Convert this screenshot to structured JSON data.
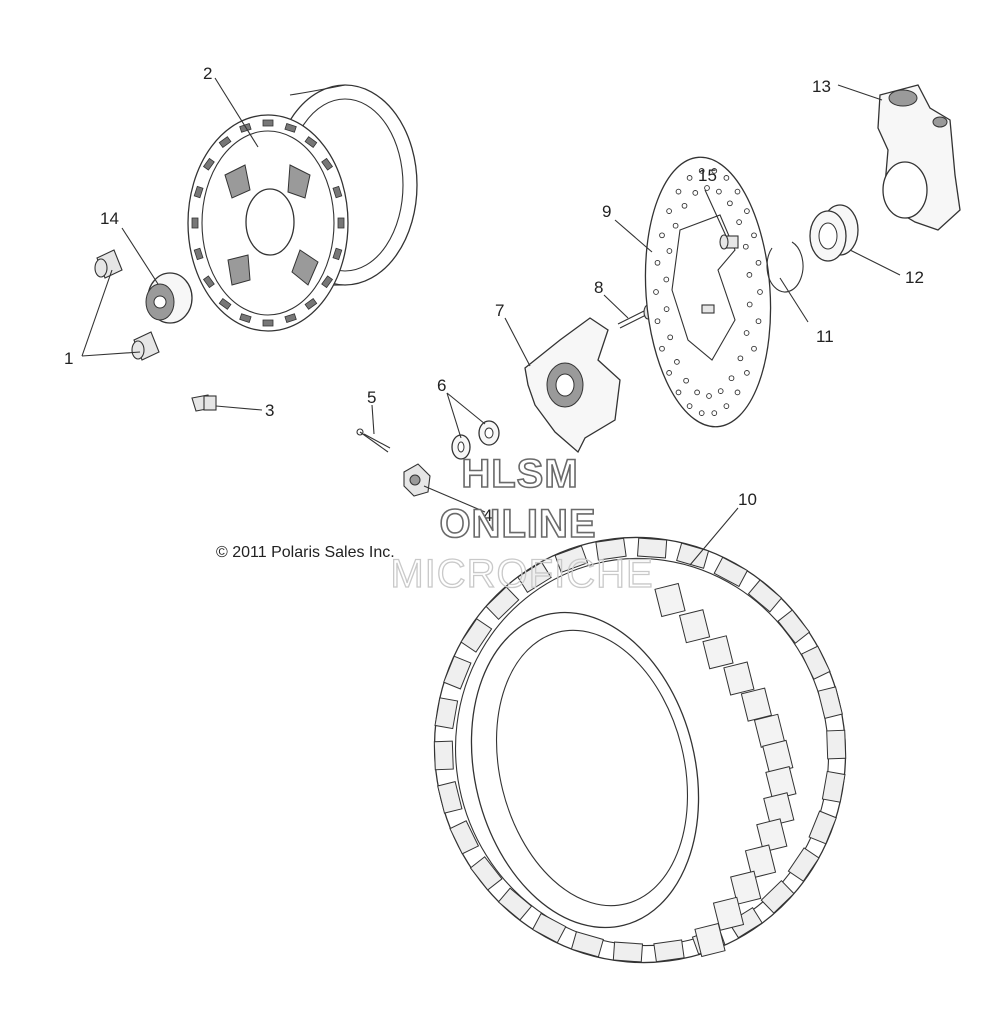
{
  "copyright": "© 2011 Polaris Sales Inc.",
  "watermark": {
    "line1": "HLSM",
    "line2": "ONLINE",
    "line3": "MICROFICHE"
  },
  "callouts": [
    {
      "id": "c1",
      "label": "1"
    },
    {
      "id": "c2",
      "label": "2"
    },
    {
      "id": "c3",
      "label": "3"
    },
    {
      "id": "c4",
      "label": "4"
    },
    {
      "id": "c5",
      "label": "5"
    },
    {
      "id": "c6",
      "label": "6"
    },
    {
      "id": "c7",
      "label": "7"
    },
    {
      "id": "c8",
      "label": "8"
    },
    {
      "id": "c9",
      "label": "9"
    },
    {
      "id": "c10",
      "label": "10"
    },
    {
      "id": "c11",
      "label": "11"
    },
    {
      "id": "c12",
      "label": "12"
    },
    {
      "id": "c13",
      "label": "13"
    },
    {
      "id": "c14",
      "label": "14"
    },
    {
      "id": "c15",
      "label": "15"
    }
  ]
}
